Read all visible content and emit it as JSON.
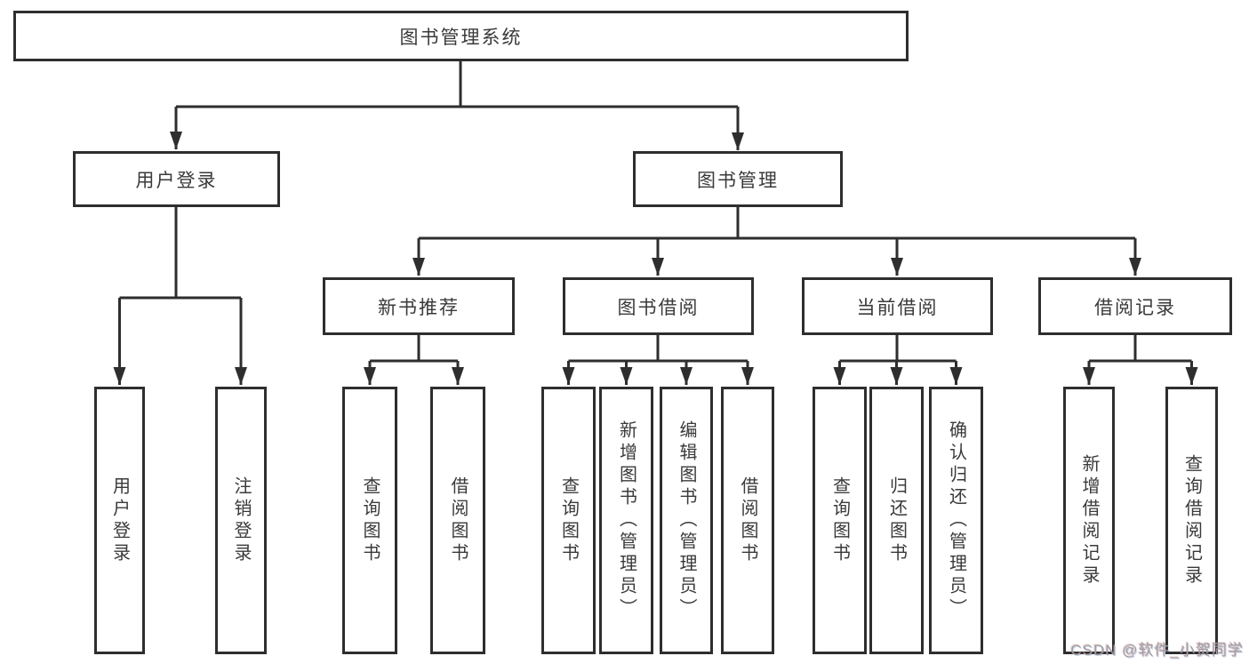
{
  "diagram_title": "图书管理系统",
  "nodes": {
    "root": {
      "label": "图书管理系统"
    },
    "login": {
      "label": "用户登录"
    },
    "manage": {
      "label": "图书管理"
    },
    "recommend": {
      "label": "新书推荐"
    },
    "borrow": {
      "label": "图书借阅"
    },
    "current": {
      "label": "当前借阅"
    },
    "records": {
      "label": "借阅记录"
    },
    "login_user": {
      "label": "用户登录"
    },
    "login_logout": {
      "label": "注销登录"
    },
    "recommend_query": {
      "label": "查询图书"
    },
    "recommend_borrow": {
      "label": "借阅图书"
    },
    "borrow_query": {
      "label": "查询图书"
    },
    "borrow_add": {
      "label": "新增图书（管理员）"
    },
    "borrow_edit": {
      "label": "编辑图书（管理员）"
    },
    "borrow_lend": {
      "label": "借阅图书"
    },
    "current_query": {
      "label": "查询图书"
    },
    "current_return": {
      "label": "归还图书"
    },
    "current_confirm": {
      "label": "确认归还（管理员）"
    },
    "records_add": {
      "label": "新增借阅记录"
    },
    "records_query": {
      "label": "查询借阅记录"
    }
  },
  "watermark": {
    "text": "CSDN @软件_小贺同学"
  },
  "colors": {
    "line": "#2e2e2e",
    "box_border": "#2e2e2e",
    "text": "#3a3a3a",
    "watermark": "#9f9f9f",
    "background": "#ffffff"
  }
}
